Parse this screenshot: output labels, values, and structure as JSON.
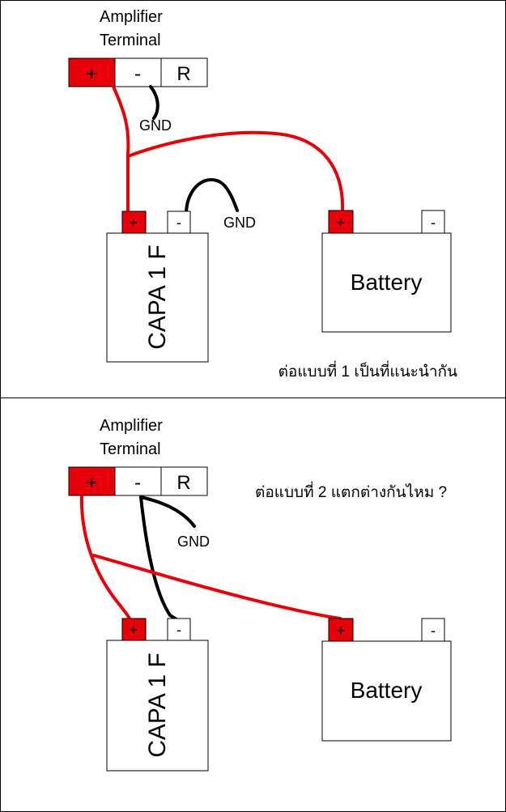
{
  "colors": {
    "positive": "#e8000b",
    "negative": "#000000"
  },
  "panels": [
    {
      "amp_title_line1": "Amplifier",
      "amp_title_line2": "Terminal",
      "amp_terminals": [
        "+",
        "-",
        "R"
      ],
      "gnd_amp": "GND",
      "gnd_cap": "GND",
      "cap_plus": "+",
      "cap_minus": "-",
      "cap_label": "CAPA 1 F",
      "bat_plus": "+",
      "bat_minus": "-",
      "bat_label": "Battery",
      "note": "ต่อแบบที่ 1 เป็นที่แนะนำกัน"
    },
    {
      "amp_title_line1": "Amplifier",
      "amp_title_line2": "Terminal",
      "amp_terminals": [
        "+",
        "-",
        "R"
      ],
      "gnd_amp": "GND",
      "cap_plus": "+",
      "cap_minus": "-",
      "cap_label": "CAPA 1 F",
      "bat_plus": "+",
      "bat_minus": "-",
      "bat_label": "Battery",
      "note": "ต่อแบบที่ 2 แตกต่างกันไหม ?"
    }
  ]
}
